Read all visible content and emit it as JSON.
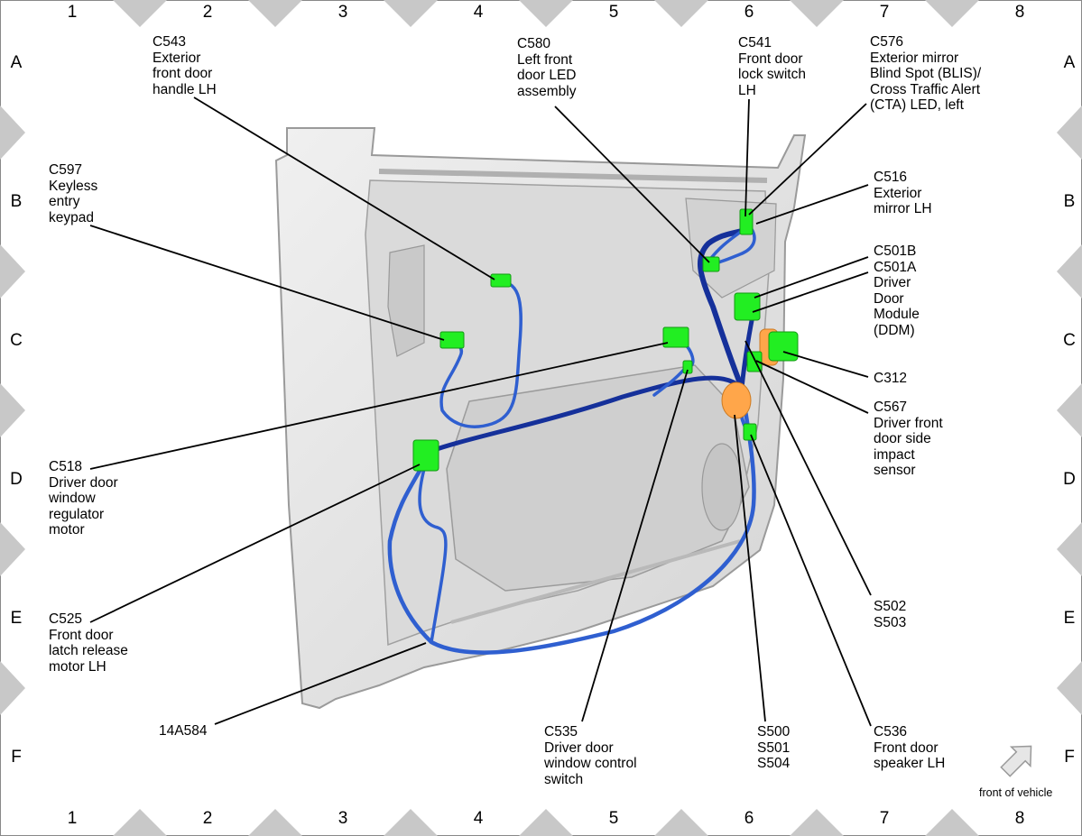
{
  "grid": {
    "columns": [
      "1",
      "2",
      "3",
      "4",
      "5",
      "6",
      "7",
      "8"
    ],
    "rows": [
      "A",
      "B",
      "C",
      "D",
      "E",
      "F"
    ]
  },
  "callouts": {
    "c543": "C543\nExterior\nfront door\nhandle LH",
    "c580": "C580\nLeft front\ndoor LED\nassembly",
    "c541": "C541\nFront door\nlock switch\nLH",
    "c576": "C576\nExterior mirror\nBlind Spot (BLIS)/\nCross Traffic Alert\n(CTA) LED, left",
    "c597": "C597\nKeyless\nentry\nkeypad",
    "c516": "C516\nExterior\nmirror LH",
    "c501": "C501B\nC501A\nDriver\nDoor\nModule\n(DDM)",
    "c312": "C312",
    "c567": "C567\nDriver front\ndoor side\nimpact\nsensor",
    "c518": "C518\nDriver door\nwindow\nregulator\nmotor",
    "c525": "C525\nFront door\nlatch release\nmotor LH",
    "s502": "S502\nS503",
    "harness": "14A584",
    "c535": "C535\nDriver door\nwindow control\nswitch",
    "s500": "S500\nS501\nS504",
    "c536": "C536\nFront door\nspeaker LH"
  },
  "orientation": {
    "label": "front of vehicle",
    "icon": "arrow-up-right-icon"
  },
  "colors": {
    "wire": "#2f5fd0",
    "wire_dark": "#15309a",
    "connector": "#22ee22",
    "connector_orange": "#ffa64a",
    "panel": "#e4e4e4",
    "border_triangle": "#c8c8c8"
  }
}
